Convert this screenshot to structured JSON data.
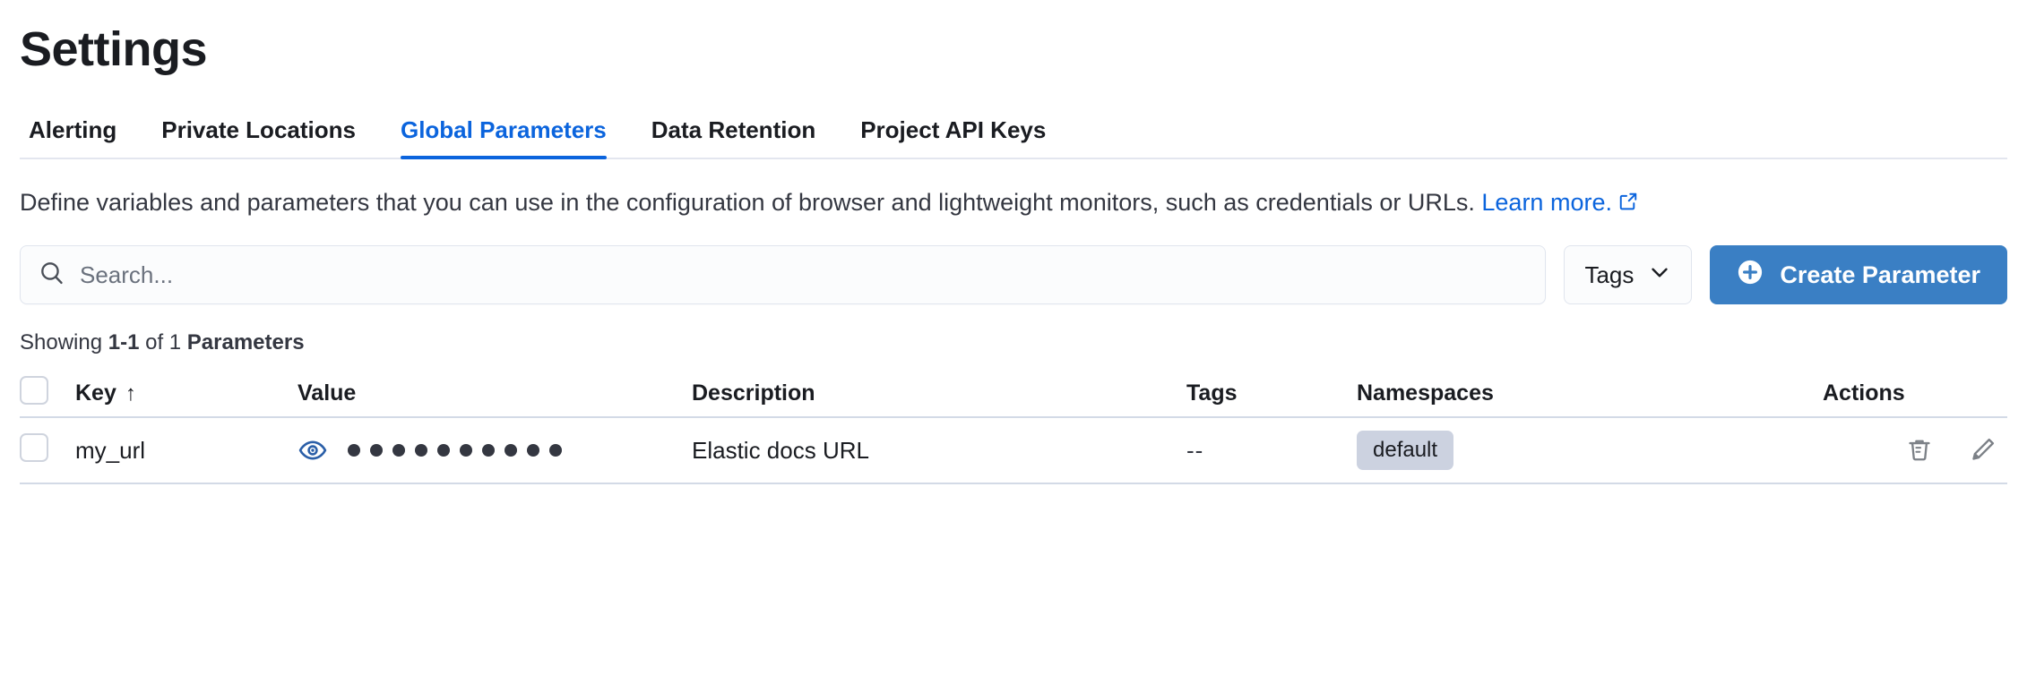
{
  "header": {
    "title": "Settings"
  },
  "tabs": [
    {
      "label": "Alerting",
      "active": false
    },
    {
      "label": "Private Locations",
      "active": false
    },
    {
      "label": "Global Parameters",
      "active": true
    },
    {
      "label": "Data Retention",
      "active": false
    },
    {
      "label": "Project API Keys",
      "active": false
    }
  ],
  "description": {
    "text": "Define variables and parameters that you can use in the configuration of browser and lightweight monitors, such as credentials or URLs.",
    "link_text": "Learn more.",
    "link_icon": "external-link-icon"
  },
  "toolbar": {
    "search_placeholder": "Search...",
    "search_value": "",
    "search_icon": "search-icon",
    "tags_label": "Tags",
    "tags_chevron": "chevron-down-icon",
    "create_label": "Create Parameter",
    "create_icon": "plus-circle-icon",
    "create_color": "#3a7fc4"
  },
  "results": {
    "showing_prefix": "Showing ",
    "range": "1-1",
    "middle": " of 1 ",
    "entity": "Parameters"
  },
  "table": {
    "columns": [
      {
        "key": "check",
        "label": ""
      },
      {
        "key": "key",
        "label": "Key",
        "sort": "ascending",
        "sort_icon": "arrow-up-icon"
      },
      {
        "key": "value",
        "label": "Value"
      },
      {
        "key": "description",
        "label": "Description"
      },
      {
        "key": "tags",
        "label": "Tags"
      },
      {
        "key": "namespaces",
        "label": "Namespaces"
      },
      {
        "key": "actions",
        "label": "Actions"
      }
    ],
    "rows": [
      {
        "selected": false,
        "key": "my_url",
        "value_masked": true,
        "value_dots": 10,
        "value_toggle_icon": "eye-icon",
        "value_toggle_color": "#2b5fa8",
        "description": "Elastic docs URL",
        "tags": "--",
        "namespaces": [
          "default"
        ],
        "actions": [
          {
            "name": "delete",
            "icon": "trash-icon"
          },
          {
            "name": "edit",
            "icon": "pencil-icon"
          }
        ]
      }
    ]
  }
}
